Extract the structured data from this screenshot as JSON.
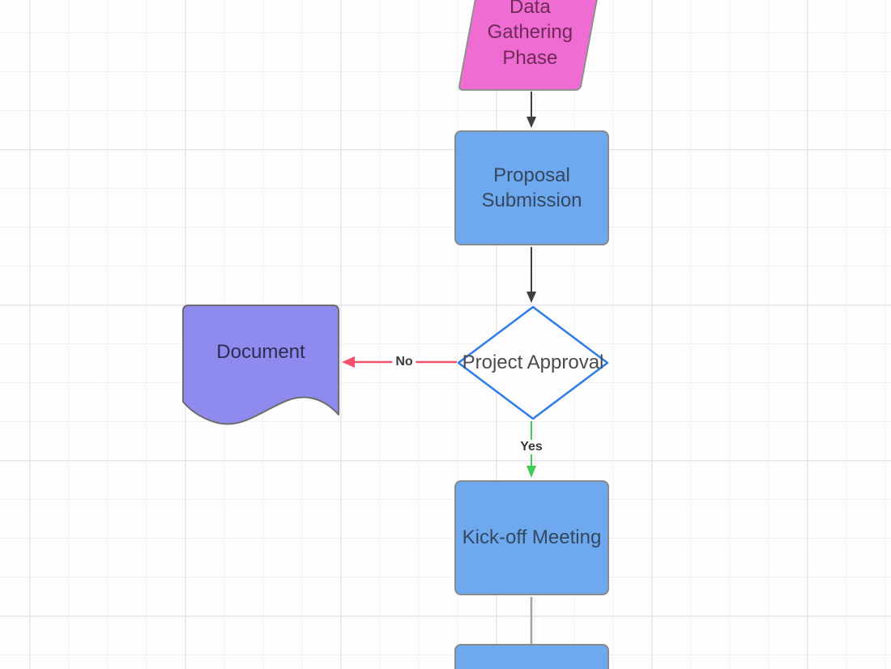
{
  "app": {
    "type": "flowchart-diagram-canvas"
  },
  "canvas": {
    "background_color": "#fdfdfe",
    "grid_minor_color": "#f2eff5",
    "grid_major_color": "#e8e4ec"
  },
  "diagram": {
    "nodes": {
      "data_gathering": {
        "label": "Data Gathering Phase",
        "shape": "parallelogram",
        "fill": "#ef6cd3",
        "border": "#8f8f8f",
        "text_color": "#6f2a58"
      },
      "proposal_submission": {
        "label": "Proposal Submission",
        "shape": "rounded-rectangle",
        "fill": "#6ea9f0",
        "border": "#8a8a8a",
        "text_color": "#33475e"
      },
      "project_approval": {
        "label": "Project Approval",
        "shape": "diamond",
        "fill": "#fdfdff",
        "border": "#2e7ce8",
        "text_color": "#4b4b4b"
      },
      "document": {
        "label": "Document",
        "shape": "document",
        "fill": "#8f8aee",
        "border": "#6e6e6e",
        "text_color": "#2b2e52"
      },
      "kickoff_meeting": {
        "label": "Kick-off Meeting",
        "shape": "rounded-rectangle",
        "fill": "#6ea9f0",
        "border": "#8a8a8a",
        "text_color": "#33475e"
      },
      "next_step": {
        "label": "",
        "shape": "rounded-rectangle",
        "fill": "#6ea9f0",
        "border": "#8a8a8a"
      }
    },
    "edges": {
      "gathering_to_proposal": {
        "label": "",
        "color": "#3f3f3f"
      },
      "proposal_to_approval": {
        "label": "",
        "color": "#3f3f3f"
      },
      "approval_no": {
        "label": "No",
        "color": "#f1516c"
      },
      "approval_yes": {
        "label": "Yes",
        "color": "#3ecb57"
      },
      "kickoff_to_next": {
        "label": "",
        "color": "#a3a3a3"
      }
    }
  }
}
